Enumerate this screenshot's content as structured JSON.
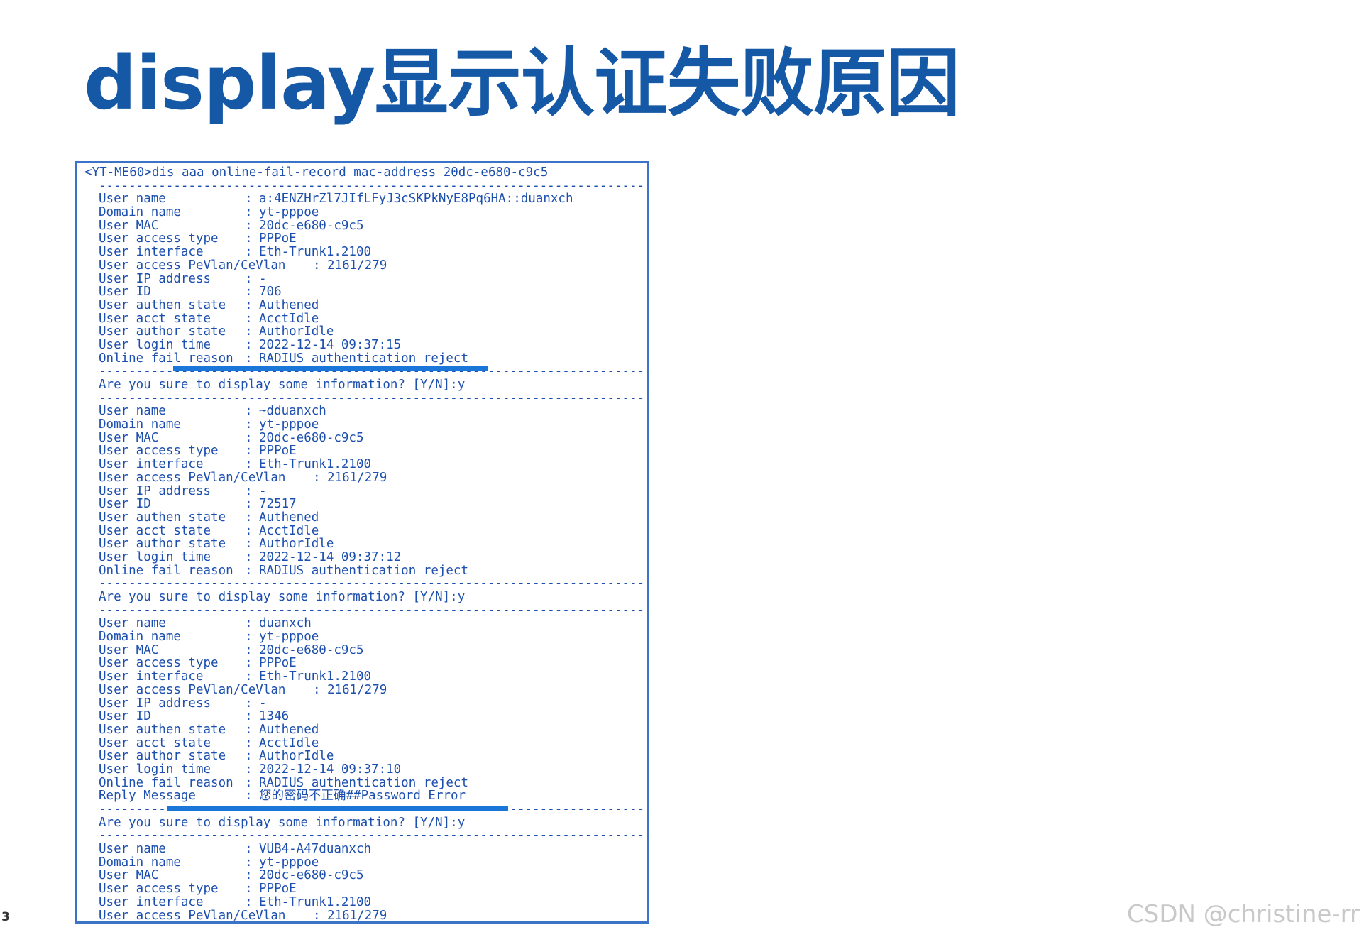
{
  "slide": {
    "title": "display显示认证失败原因",
    "page_number": "3",
    "watermark": "CSDN @christine-rr"
  },
  "terminal": {
    "prompt": "<YT-ME60>dis aaa online-fail-record mac-address 20dc-e680-c9c5",
    "dash": "-----------------------------------------------------------------------------",
    "confirm": "Are you sure to display some information? [Y/N]:y",
    "records": [
      {
        "fields": [
          {
            "key": "User name",
            "value": "a:4ENZHrZl7JIfLFyJ3cSKPkNyE8Pq6HA::duanxch"
          },
          {
            "key": "Domain name",
            "value": "yt-pppoe"
          },
          {
            "key": "User MAC",
            "value": "20dc-e680-c9c5"
          },
          {
            "key": "User access type",
            "value": "PPPoE"
          },
          {
            "key": "User interface",
            "value": "Eth-Trunk1.2100"
          },
          {
            "key": "User access PeVlan/CeVlan",
            "value": "2161/279",
            "wide": true
          },
          {
            "key": "User IP address",
            "value": "-"
          },
          {
            "key": "User ID",
            "value": "706"
          },
          {
            "key": "User authen state",
            "value": "Authened"
          },
          {
            "key": "User acct state",
            "value": "AcctIdle"
          },
          {
            "key": "User author state",
            "value": "AuthorIdle"
          },
          {
            "key": "User login time",
            "value": "2022-12-14 09:37:15"
          },
          {
            "key": "Online fail reason",
            "value": "RADIUS authentication reject"
          }
        ]
      },
      {
        "fields": [
          {
            "key": "User name",
            "value": "~dduanxch"
          },
          {
            "key": "Domain name",
            "value": "yt-pppoe"
          },
          {
            "key": "User MAC",
            "value": "20dc-e680-c9c5"
          },
          {
            "key": "User access type",
            "value": "PPPoE"
          },
          {
            "key": "User interface",
            "value": "Eth-Trunk1.2100"
          },
          {
            "key": "User access PeVlan/CeVlan",
            "value": "2161/279",
            "wide": true
          },
          {
            "key": "User IP address",
            "value": "-"
          },
          {
            "key": "User ID",
            "value": "72517"
          },
          {
            "key": "User authen state",
            "value": "Authened"
          },
          {
            "key": "User acct state",
            "value": "AcctIdle"
          },
          {
            "key": "User author state",
            "value": "AuthorIdle"
          },
          {
            "key": "User login time",
            "value": "2022-12-14 09:37:12"
          },
          {
            "key": "Online fail reason",
            "value": "RADIUS authentication reject"
          }
        ]
      },
      {
        "fields": [
          {
            "key": "User name",
            "value": "duanxch"
          },
          {
            "key": "Domain name",
            "value": "yt-pppoe"
          },
          {
            "key": "User MAC",
            "value": "20dc-e680-c9c5"
          },
          {
            "key": "User access type",
            "value": "PPPoE"
          },
          {
            "key": "User interface",
            "value": "Eth-Trunk1.2100"
          },
          {
            "key": "User access PeVlan/CeVlan",
            "value": "2161/279",
            "wide": true
          },
          {
            "key": "User IP address",
            "value": "-"
          },
          {
            "key": "User ID",
            "value": "1346"
          },
          {
            "key": "User authen state",
            "value": "Authened"
          },
          {
            "key": "User acct state",
            "value": "AcctIdle"
          },
          {
            "key": "User author state",
            "value": "AuthorIdle"
          },
          {
            "key": "User login time",
            "value": "2022-12-14 09:37:10"
          },
          {
            "key": "Online fail reason",
            "value": "RADIUS authentication reject"
          },
          {
            "key": "Reply Message",
            "value": "您的密码不正确##Password Error"
          }
        ]
      },
      {
        "fields": [
          {
            "key": "User name",
            "value": "VUB4-A47duanxch"
          },
          {
            "key": "Domain name",
            "value": "yt-pppoe"
          },
          {
            "key": "User MAC",
            "value": "20dc-e680-c9c5"
          },
          {
            "key": "User access type",
            "value": "PPPoE"
          },
          {
            "key": "User interface",
            "value": "Eth-Trunk1.2100"
          },
          {
            "key": "User access PeVlan/CeVlan",
            "value": "2161/279",
            "wide": true
          }
        ]
      }
    ]
  }
}
